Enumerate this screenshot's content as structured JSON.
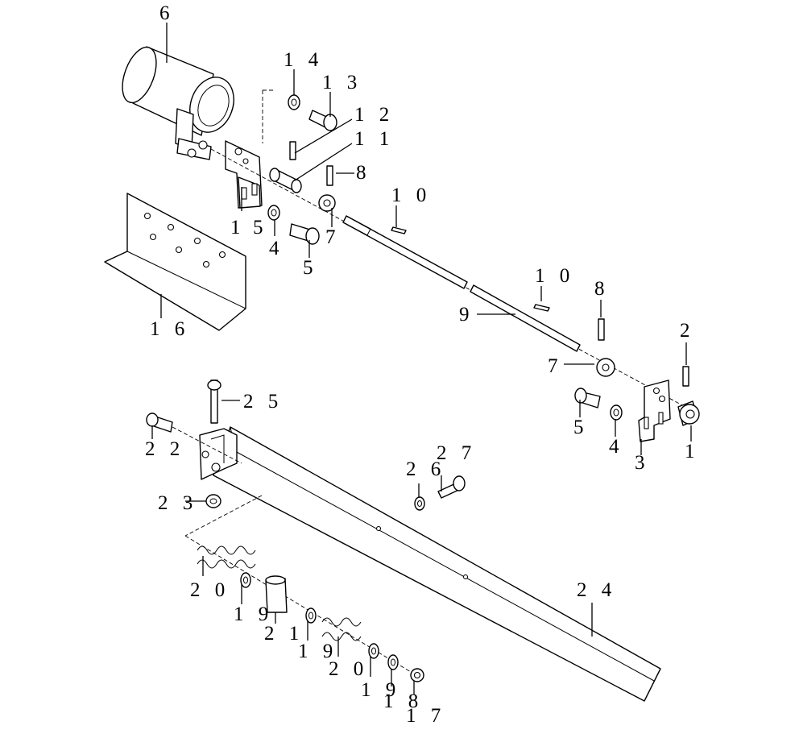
{
  "diagram": {
    "part_numbers": [
      {
        "key": "p6",
        "text": "6"
      },
      {
        "key": "p14",
        "text": "1 4"
      },
      {
        "key": "p13",
        "text": "1 3"
      },
      {
        "key": "p12",
        "text": "1 2"
      },
      {
        "key": "p11",
        "text": "1 1"
      },
      {
        "key": "p8a",
        "text": "8"
      },
      {
        "key": "p10a",
        "text": "1 0"
      },
      {
        "key": "p1a",
        "text": "1"
      },
      {
        "key": "p5a",
        "text": "5"
      },
      {
        "key": "p4a",
        "text": "4"
      },
      {
        "key": "p7a",
        "text": "7"
      },
      {
        "key": "p5b",
        "text": "5"
      },
      {
        "key": "p16",
        "text": "1 6"
      },
      {
        "key": "p10b",
        "text": "1 0"
      },
      {
        "key": "p8b",
        "text": "8"
      },
      {
        "key": "p9a",
        "text": "9"
      },
      {
        "key": "p2a",
        "text": "2"
      },
      {
        "key": "p7b",
        "text": "7"
      },
      {
        "key": "p5c",
        "text": "5"
      },
      {
        "key": "p4b",
        "text": "4"
      },
      {
        "key": "p3",
        "text": "3"
      },
      {
        "key": "p1b",
        "text": "1"
      },
      {
        "key": "p25",
        "text": "2 5"
      },
      {
        "key": "p22",
        "text": "2 2"
      },
      {
        "key": "p23",
        "text": "2 3"
      },
      {
        "key": "p27",
        "text": "2 7"
      },
      {
        "key": "p26",
        "text": "2 6"
      },
      {
        "key": "p24",
        "text": "2 4"
      },
      {
        "key": "p20a",
        "text": "2 0"
      },
      {
        "key": "p19a",
        "text": "1 9"
      },
      {
        "key": "p21",
        "text": "2 1"
      },
      {
        "key": "p19b",
        "text": "1 9"
      },
      {
        "key": "p20b",
        "text": "2 0"
      },
      {
        "key": "p19c",
        "text": "1 9"
      },
      {
        "key": "p18",
        "text": "1 8"
      },
      {
        "key": "p17",
        "text": "1 7"
      }
    ]
  }
}
